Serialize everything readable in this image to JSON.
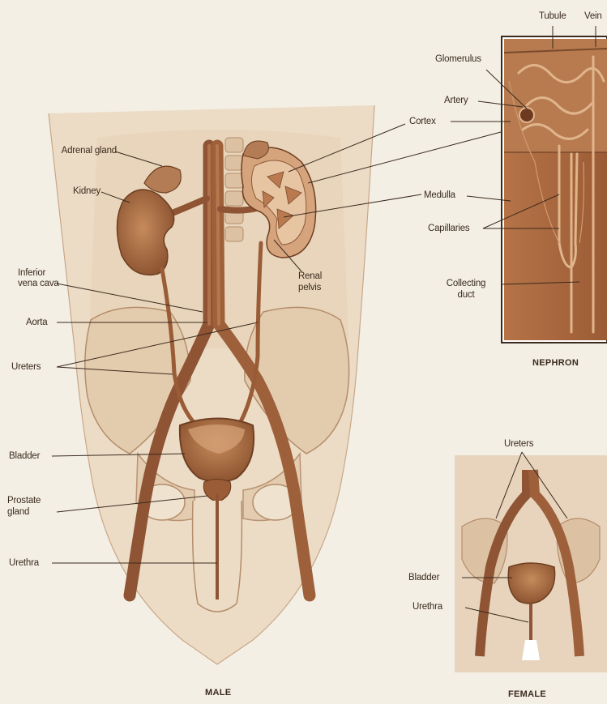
{
  "labels": {
    "adrenal_gland": "Adrenal gland",
    "kidney": "Kidney",
    "inferior_vena_cava_1": "Inferior",
    "inferior_vena_cava_2": "vena cava",
    "aorta": "Aorta",
    "ureters": "Ureters",
    "bladder": "Bladder",
    "prostate_1": "Prostate",
    "prostate_2": "gland",
    "urethra": "Urethra",
    "renal_pelvis_1": "Renal",
    "renal_pelvis_2": "pelvis",
    "cortex": "Cortex",
    "medulla": "Medulla",
    "capillaries": "Capillaries",
    "glomerulus": "Glomerulus",
    "artery": "Artery",
    "tubule": "Tubule",
    "vein": "Vein",
    "collecting_duct_1": "Collecting",
    "collecting_duct_2": "duct",
    "female_ureters": "Ureters",
    "female_bladder": "Bladder",
    "female_urethra": "Urethra"
  },
  "captions": {
    "male": "MALE",
    "nephron": "NEPHRON",
    "female": "FEMALE"
  },
  "colors": {
    "background": "#f3efe4",
    "organ": "#a5673f",
    "organ_light": "#d9b08a",
    "outline": "#7a4a2c",
    "text": "#3b2a1e"
  }
}
